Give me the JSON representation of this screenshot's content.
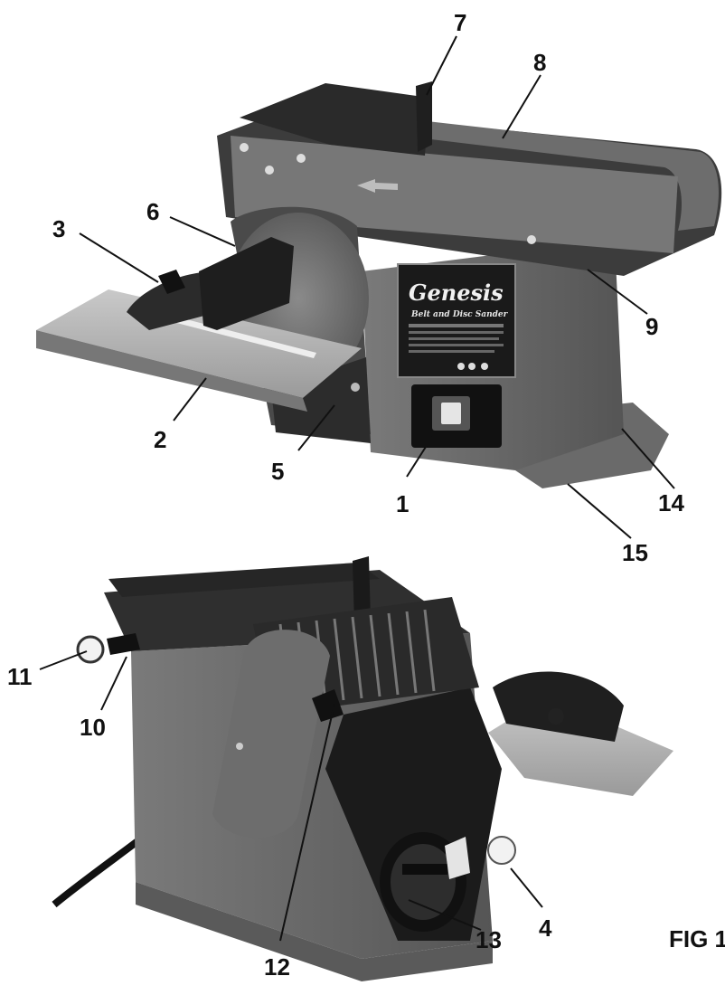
{
  "figure": {
    "label": "FIG 1",
    "nameplate": {
      "brand": "Genesis",
      "product": "Belt and Disc Sander"
    },
    "callouts": [
      {
        "id": "1",
        "label": "1"
      },
      {
        "id": "2",
        "label": "2"
      },
      {
        "id": "3",
        "label": "3"
      },
      {
        "id": "4",
        "label": "4"
      },
      {
        "id": "5",
        "label": "5"
      },
      {
        "id": "6",
        "label": "6"
      },
      {
        "id": "7",
        "label": "7"
      },
      {
        "id": "8",
        "label": "8"
      },
      {
        "id": "9",
        "label": "9"
      },
      {
        "id": "10",
        "label": "10"
      },
      {
        "id": "11",
        "label": "11"
      },
      {
        "id": "12",
        "label": "12"
      },
      {
        "id": "13",
        "label": "13"
      },
      {
        "id": "14",
        "label": "14"
      },
      {
        "id": "15",
        "label": "15"
      }
    ]
  }
}
